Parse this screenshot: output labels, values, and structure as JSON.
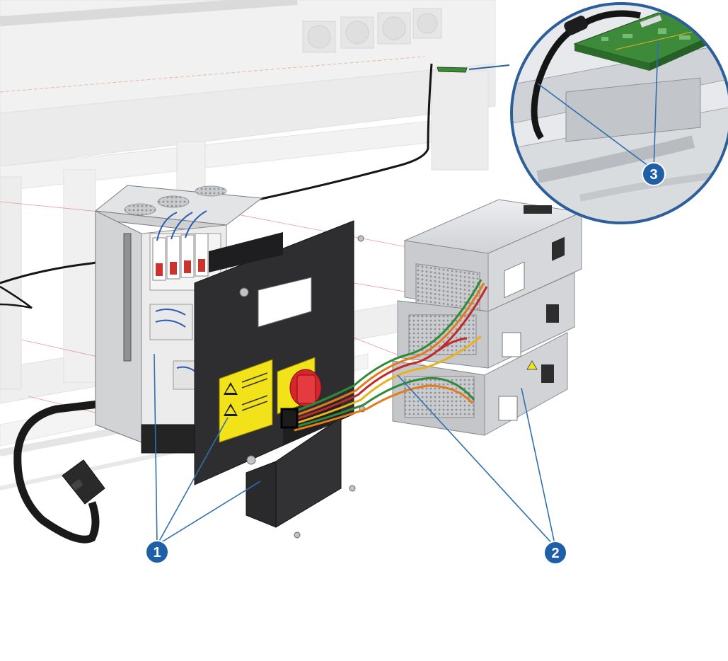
{
  "callouts": [
    {
      "id": "1",
      "label": "1"
    },
    {
      "id": "2",
      "label": "2"
    },
    {
      "id": "3",
      "label": "3"
    }
  ],
  "colors": {
    "callout_fill": "#1f5fa8",
    "leader_line": "#2f6fb0",
    "zoom_ring": "#2c5f9a",
    "psu_body": "#d6d8db",
    "panel": "#2e2e30",
    "switch_red": "#d8242c",
    "switch_yellow": "#f2e21a",
    "pcb_green": "#3c8a3a"
  }
}
